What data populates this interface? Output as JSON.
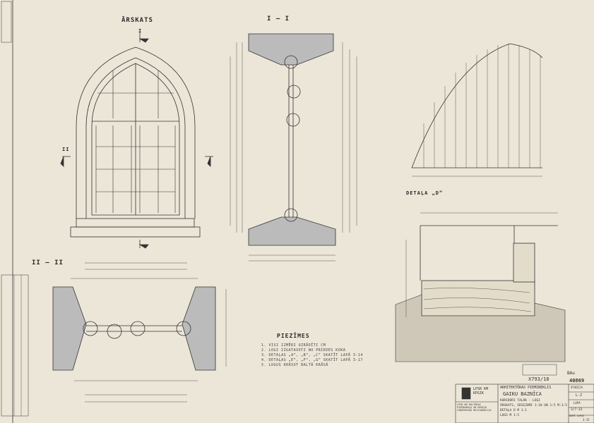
{
  "views": {
    "elevation_title": "ĀRSKATS",
    "section_1_title": "I — I",
    "section_2_title": "II — II",
    "detail_title": "DETAĻA „D”",
    "section_marker_1": "I",
    "section_marker_2": "II"
  },
  "notes": {
    "title": "PIEZĪMES",
    "lines": [
      "1. VISI IZMĒRI UZRĀDĪTI CM",
      "2. LOGI IZGATAVOTI NO PRIEDES KOKA",
      "3. DETAĻAS „A”, „B”, „C” SKATĪT LAPĀ 3-14",
      "4. DETAĻAS „E”, „F”, „G” SKATĪT LAPĀ 3-17",
      "5. LOGUS KRĀSOT BALTĀ KRĀSĀ"
    ]
  },
  "title_block": {
    "stamp_text": "X793/18",
    "archive_number": "40869",
    "initials": "BAu",
    "institution": "LPSR KM KPGIK",
    "institution_sub": "LPSR KM KULTŪRAS PIEMINEKĻU UN MUZEJU ZINĀTNISKĀ RESTAURĀCIJA",
    "project_type": "ARHITEKTŪRAS PIEMINEKLIS",
    "project_name": "GAIKU BAZNĪCA",
    "sheet_desc_1": "KORIDORI TALĀK - LOGI",
    "sheet_desc_2": "ĀRSKATS, GRIEZUMI 1:10 UN 1:5 M:1:5",
    "sheet_desc_3": "DETAĻA D M 1:1",
    "sheet_desc_4": "LOGS M 1:5",
    "stage_label": "STADIJA",
    "stage_value": "L-Z",
    "sheet_label": "LAPA",
    "sheet_value": "3/7-33",
    "total_label": "KOPĀ LAPAS",
    "total_value": "3-15"
  }
}
